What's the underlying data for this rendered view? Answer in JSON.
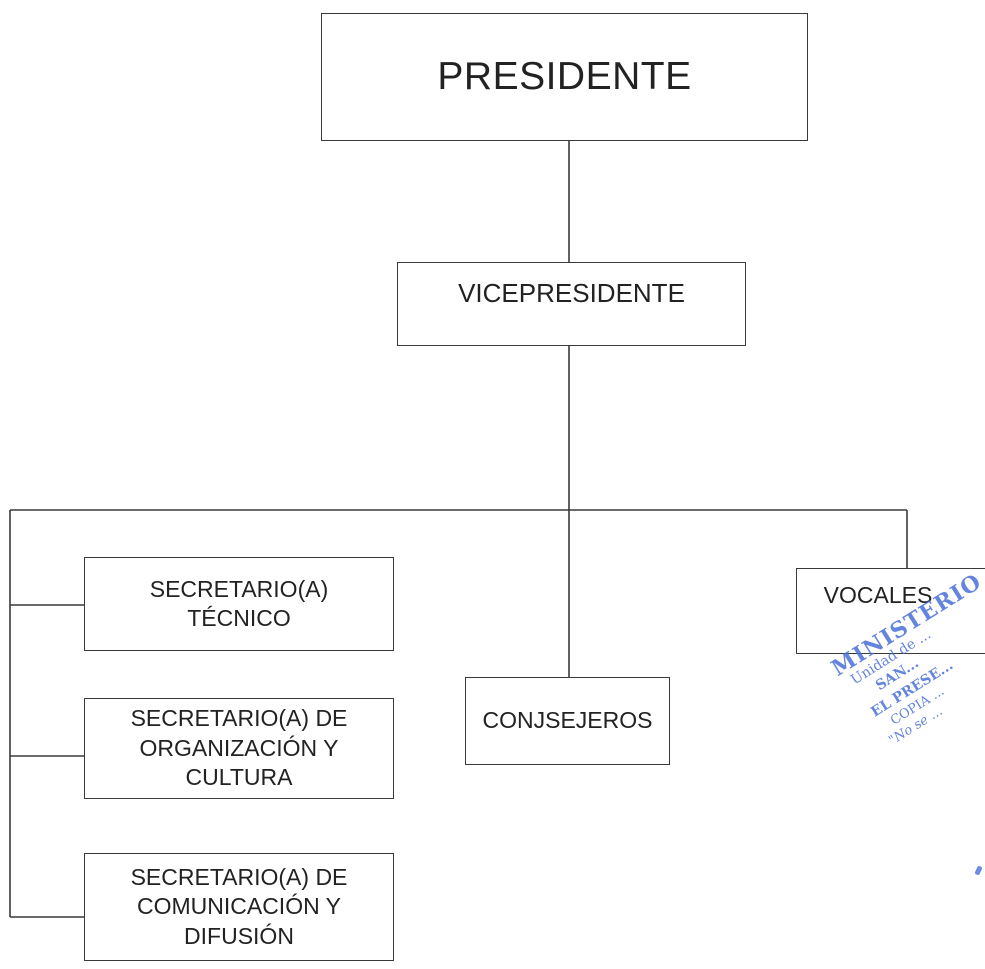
{
  "org_chart": {
    "nodes": {
      "presidente": "PRESIDENTE",
      "vicepresidente": "VICEPRESIDENTE",
      "secretario_tecnico": "SECRETARIO(A)\nTÉCNICO",
      "secretario_organizacion": "SECRETARIO(A) DE\nORGANIZACIÓN Y\nCULTURA",
      "secretario_comunicacion": "SECRETARIO(A) DE\nCOMUNICACIÓN Y\nDIFUSIÓN",
      "conjsejeros": "CONJSEJEROS",
      "vocales": "VOCALES"
    },
    "edges": [
      [
        "presidente",
        "vicepresidente"
      ],
      [
        "vicepresidente",
        "secretario_tecnico"
      ],
      [
        "vicepresidente",
        "secretario_organizacion"
      ],
      [
        "vicepresidente",
        "secretario_comunicacion"
      ],
      [
        "vicepresidente",
        "conjsejeros"
      ],
      [
        "vicepresidente",
        "vocales"
      ]
    ]
  },
  "stamp": {
    "line1": "MINISTERIO",
    "line2": "Unidad de ...",
    "line3": "SAN...",
    "line4": "EL PRESE...",
    "line5": "COPIA ...",
    "line6": "\"No se ...",
    "color": "#4a6fd8"
  }
}
